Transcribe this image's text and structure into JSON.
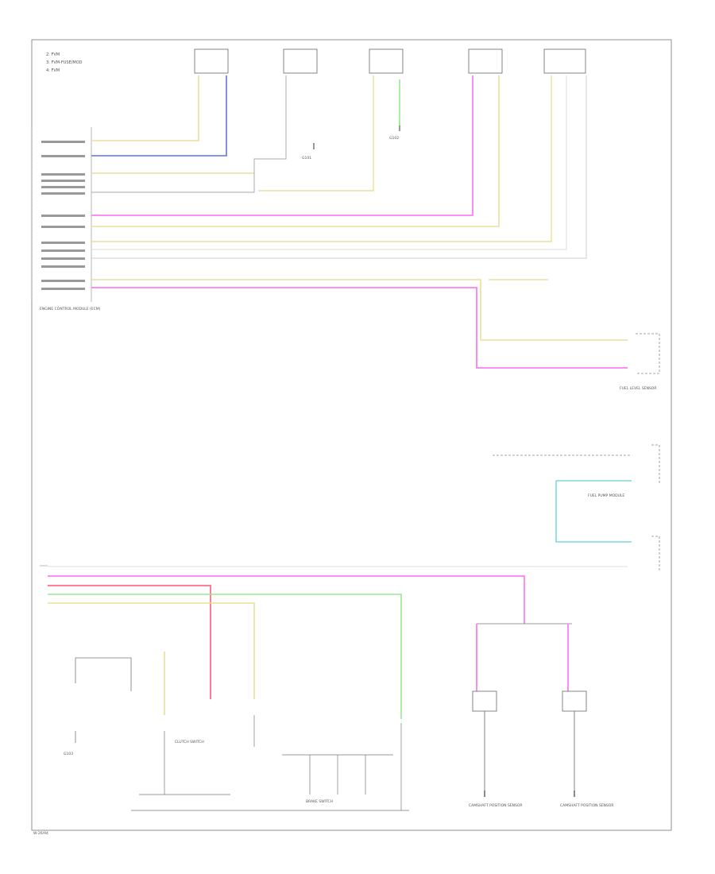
{
  "legend": {
    "items": [
      "2: FVM",
      "3: FVM-FUSE/MOD",
      "4: FVM"
    ]
  },
  "colors": {
    "yellow": "#e8df9a",
    "blue": "#5a73e0",
    "pink": "#ff7ff0",
    "green": "#98e890",
    "cyan": "#7fd9e0",
    "red": "#ff6f88",
    "gray": "#999999",
    "black": "#555555"
  },
  "labels": {
    "ecm": "ENGINE CONTROL MODULE (ECM)",
    "fuel_sensor": "FUEL LEVEL SENSOR",
    "fuel_pump": "FUEL PUMP MODULE",
    "clutch_switch": "CLUTCH SWITCH",
    "brake_switch": "BRAKE SWITCH",
    "cam_sensor_left": "CAMSHAFT POSITION SENSOR",
    "cam_sensor_right": "CAMSHAFT POSITION SENSOR",
    "ground_g101": "G101",
    "ground_g102": "G102",
    "ground_g103": "G103",
    "footer": "W-26/94"
  }
}
